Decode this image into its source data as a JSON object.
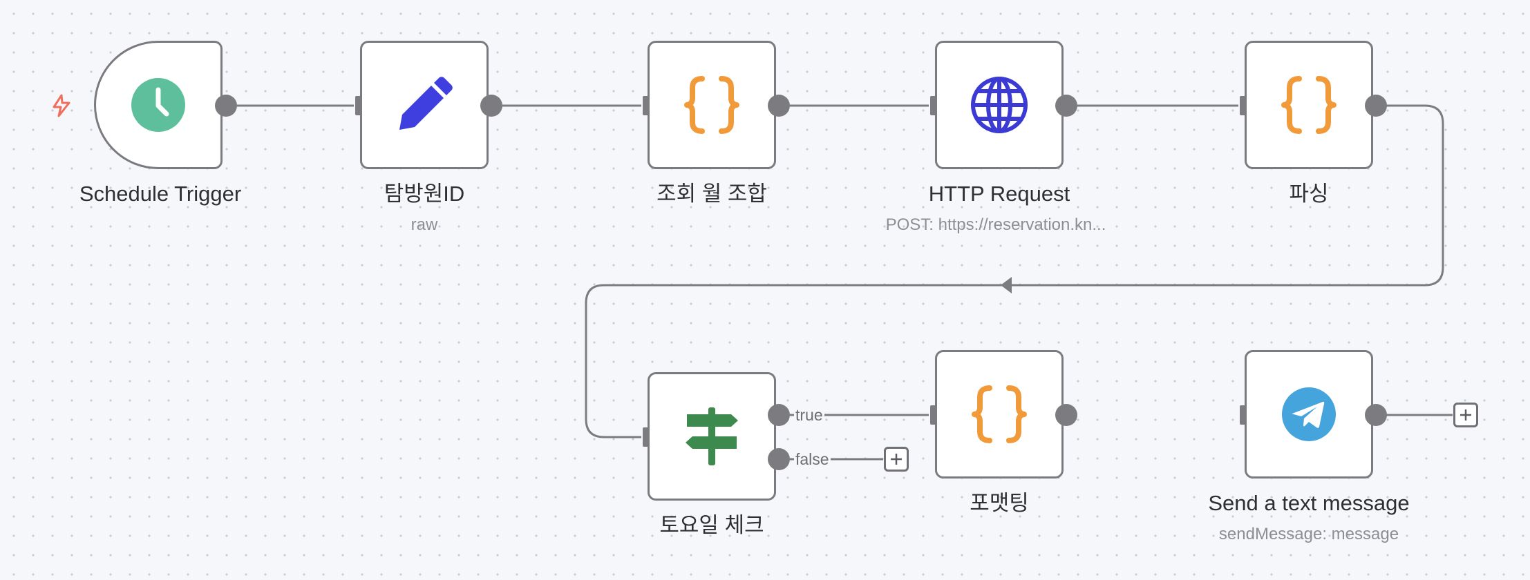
{
  "canvas": {
    "nodes": [
      {
        "id": "schedule",
        "label": "Schedule Trigger",
        "subtitle": "",
        "icon": "clock-icon"
      },
      {
        "id": "raw-id",
        "label": "탐방원ID",
        "subtitle": "raw",
        "icon": "pencil-icon"
      },
      {
        "id": "combine-month",
        "label": "조회 월 조합",
        "subtitle": "",
        "icon": "code-braces-icon"
      },
      {
        "id": "http",
        "label": "HTTP Request",
        "subtitle": "POST: https://reservation.kn...",
        "icon": "globe-icon"
      },
      {
        "id": "parse",
        "label": "파싱",
        "subtitle": "",
        "icon": "code-braces-icon"
      },
      {
        "id": "saturday-check",
        "label": "토요일 체크",
        "subtitle": "",
        "icon": "signpost-icon"
      },
      {
        "id": "format",
        "label": "포맷팅",
        "subtitle": "",
        "icon": "code-braces-icon"
      },
      {
        "id": "telegram",
        "label": "Send a text message",
        "subtitle": "sendMessage: message",
        "icon": "telegram-icon"
      }
    ],
    "branches": {
      "true_label": "true",
      "false_label": "false"
    },
    "colors": {
      "node_border": "#7a7a80",
      "edge": "#7c7c80",
      "clock": "#5dbf9b",
      "pencil": "#3f3fe0",
      "braces": "#f09a3a",
      "globe": "#3b3bd4",
      "signpost": "#3c8a4e",
      "telegram": "#45a4dc",
      "trigger_bolt": "#ef6f5e"
    }
  }
}
